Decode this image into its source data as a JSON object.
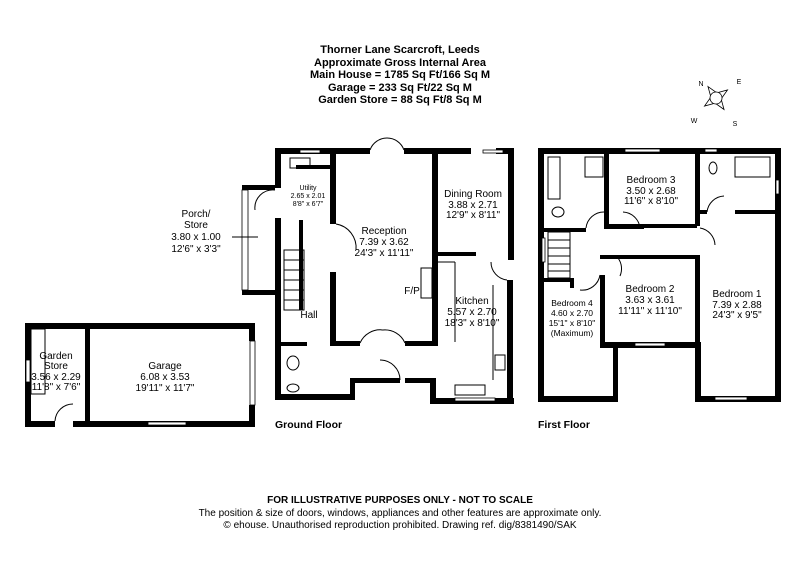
{
  "header": {
    "address": "Thorner Lane Scarcroft, Leeds",
    "area_title": "Approximate Gross Internal Area",
    "main_house": "Main House = 1785 Sq Ft/166 Sq M",
    "garage": "Garage = 233 Sq Ft/22 Sq M",
    "garden_store": "Garden Store = 88 Sq Ft/8 Sq M"
  },
  "compass": {
    "n": "N",
    "e": "E",
    "s": "S",
    "w": "W"
  },
  "ground_floor": {
    "label": "Ground Floor",
    "rooms": {
      "porch": {
        "name1": "Porch/",
        "name2": "Store",
        "metric": "3.80 x 1.00",
        "imperial": "12'6\" x 3'3\""
      },
      "utility": {
        "name": "Utility",
        "metric": "2.65 x 2.01",
        "imperial": "8'8\" x 6'7\""
      },
      "reception": {
        "name": "Reception",
        "metric": "7.39 x 3.62",
        "imperial": "24'3\" x 11'11\""
      },
      "dining": {
        "name": "Dining Room",
        "metric": "3.88 x 2.71",
        "imperial": "12'9\" x 8'11\""
      },
      "kitchen": {
        "name": "Kitchen",
        "metric": "5.57 x 2.70",
        "imperial": "18'3\" x 8'10\""
      },
      "hall": {
        "name": "Hall"
      },
      "fp": "F/P"
    }
  },
  "outbuildings": {
    "garden_store": {
      "name1": "Garden",
      "name2": "Store",
      "metric": "3.56 x 2.29",
      "imperial": "11'8\" x 7'6\""
    },
    "garage": {
      "name": "Garage",
      "metric": "6.08 x 3.53",
      "imperial": "19'11\" x 11'7\""
    }
  },
  "first_floor": {
    "label": "First Floor",
    "rooms": {
      "bedroom3": {
        "name": "Bedroom 3",
        "metric": "3.50 x 2.68",
        "imperial": "11'6\" x 8'10\""
      },
      "bedroom2": {
        "name": "Bedroom 2",
        "metric": "3.63 x 3.61",
        "imperial": "11'11\" x 11'10\""
      },
      "bedroom1": {
        "name": "Bedroom 1",
        "metric": "7.39 x 2.88",
        "imperial": "24'3\" x 9'5\""
      },
      "bedroom4": {
        "name": "Bedroom 4",
        "metric": "4.60 x 2.70",
        "imperial": "15'1\" x 8'10\"",
        "note": "(Maximum)"
      }
    }
  },
  "footer": {
    "disclaimer": "FOR ILLUSTRATIVE PURPOSES ONLY - NOT TO SCALE",
    "note": "The position & size of doors, windows, appliances and other features are approximate only.",
    "copyright": "© ehouse. Unauthorised reproduction prohibited. Drawing ref. dig/8381490/SAK"
  }
}
